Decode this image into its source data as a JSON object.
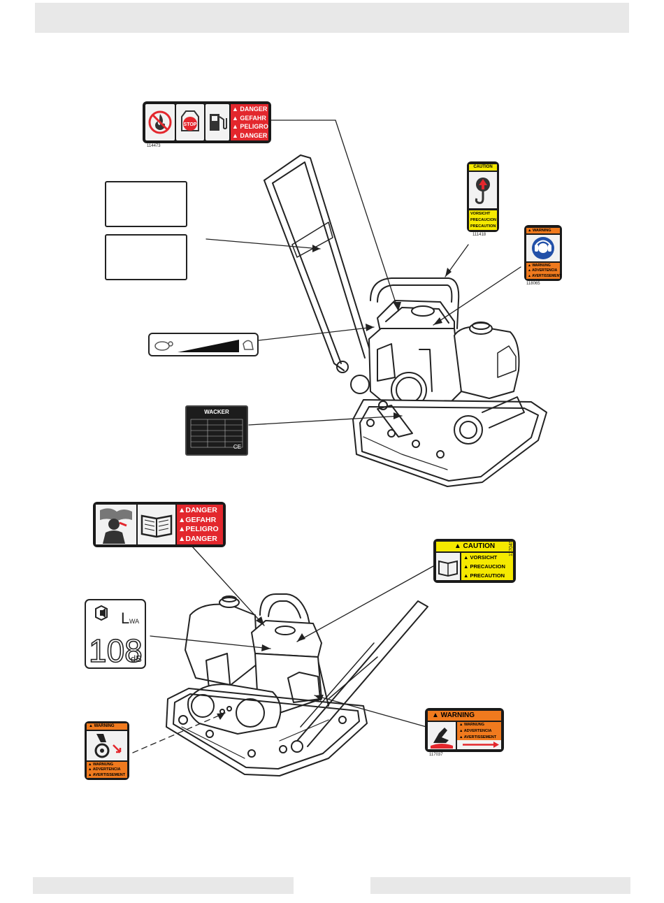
{
  "header": {
    "text": ""
  },
  "footer": {
    "left_text": "",
    "right_text": ""
  },
  "decals": {
    "fuel_danger": {
      "part_no": "114473",
      "words": [
        "▲ DANGER",
        "▲ GEFAHR",
        "▲ PELIGRO",
        "▲ DANGER"
      ],
      "stop_text": "STOP"
    },
    "lift_caution": {
      "part_no": "111418",
      "header": "CAUTION",
      "words": [
        "VORSICHT",
        "PRECAUCION",
        "PRECAUTION"
      ]
    },
    "hearing_warning": {
      "part_no": "118065",
      "header": "▲ WARNING",
      "words": [
        "▲ WARNUNG",
        "▲ ADVERTENCIA",
        "▲ AVERTISSEMENT"
      ]
    },
    "nameplate": {
      "brand": "WACKER",
      "ce_mark": "CE"
    },
    "exhaust_danger": {
      "words": [
        "▲DANGER",
        "▲GEFAHR",
        "▲PELIGRO",
        "▲DANGER"
      ]
    },
    "manual_caution": {
      "part_no": "117045",
      "header": "▲ CAUTION",
      "words": [
        "▲ VORSICHT",
        "▲ PRECAUCION",
        "▲ PRECAUTION"
      ]
    },
    "sound_power": {
      "symbol": "L",
      "subscript": "WA",
      "value": "108",
      "unit": "dB"
    },
    "belt_warning": {
      "header": "▲ WARNING",
      "words": [
        "▲ WARNUNG",
        "▲ ADVERTENCIA",
        "▲ AVERTISSEMENT"
      ]
    },
    "hot_warning": {
      "part_no": "117037",
      "header": "▲ WARNING",
      "words": [
        "▲ WARNUNG",
        "▲ ADVERTENCIA",
        "▲ AVERTISSEMENT"
      ]
    }
  },
  "colors": {
    "danger_red": "#e3272d",
    "caution_yellow": "#f5e900",
    "warning_orange": "#f07a1e",
    "decal_black": "#1a1a1a",
    "header_gray": "#e8e8e8"
  }
}
